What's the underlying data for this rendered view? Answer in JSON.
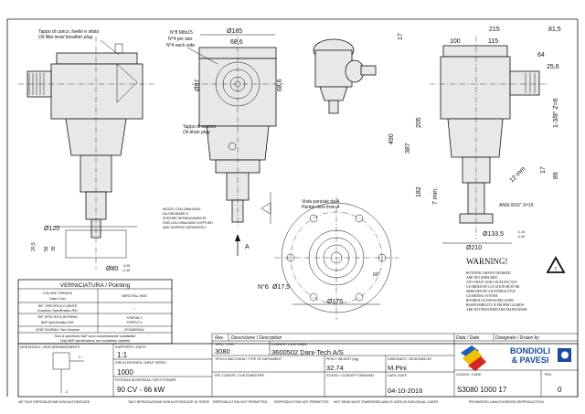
{
  "notes": {
    "fill_plug": "Tappo di carico, livello e sfiato",
    "fill_plug_en": "Oil filler level breather plug",
    "bolts": "N°8 M8x15",
    "per_side": "N°4 per lato",
    "each_side": "N°4 each side",
    "drain_plug": "Tappo di scarico",
    "drain_plug_en": "Oil drain plug",
    "hub_lines": [
      "MOZZO COD.296A14000",
      "DA ORDINARE E",
      "SPEDIRE SEPARATAMENTE",
      "HUB COD.296A14000 SUPPLIED",
      "AND SHIPPED SEPARATELY"
    ],
    "partial_view": "Vista parziale da A",
    "partial_view_en": "Partial view from A",
    "arrow_a": "A"
  },
  "dimensions": {
    "d185": "Ø185",
    "d68_6_top": "68,6",
    "d97": "Ø97",
    "d68_6_side": "68,6",
    "d120": "Ø120",
    "d80": "Ø80",
    "tol80": [
      "-0,05",
      "-0,15"
    ],
    "d20_5": "20,5",
    "d56": "56",
    "d35": "35",
    "n6": "N°6",
    "d17_5": "Ø17,5",
    "d175": "Ø175",
    "ang60": "60°",
    "d215": "215",
    "d81_5": "81,5",
    "d100": "100",
    "d115": "115",
    "d64": "64",
    "d25_6": "25,6",
    "d17": "17",
    "d490": "490",
    "d387": "387",
    "d205": "205",
    "d182": "182",
    "d7min": "7 min.",
    "d12mm": "12 mm",
    "d89": "89",
    "d17b": "17",
    "d133_5": "Ø133,5",
    "tol133": [
      "-0,15",
      "-0,40"
    ],
    "d210": "Ø210",
    "spline_in": "1-3/8\" Z=6",
    "spline_out": "ANSI 8/16\" Z=15",
    "bandA": "182"
  },
  "painting": {
    "title": "VERNICIATURA / Pointing",
    "rows": [
      {
        "label": "COLORE VERNICE",
        "label_en": "Paint Color",
        "value": "NERO RAL 9005"
      },
      {
        "label": "RIF. SPECIFICA CLIENTE",
        "label_en": "Customer Specification Ref.",
        "value": "/"
      },
      {
        "label": "RIF. SPECIFICA INTERNA",
        "label_en": "B&P Specification Ref.",
        "value": "STBP06-V\nSTBP12-V"
      },
      {
        "label": "VEDI SCHEMA / See Scheme",
        "label_en": "",
        "value": "NY3080000A"
      }
    ],
    "note1": "Solo le specifiche B&P sono completamente soddisfatte",
    "note2": "Only B&P specifications are completely satisfied"
  },
  "title_block": {
    "montaggio_label": "MONTAGGIO / SEAT ARRANGEMENTS",
    "ratio_label": "RAPPORTO / RATIO",
    "ratio": "1:1",
    "speed_label": "GIRI IN ENTRATA / INPUT SPEED",
    "speed": "1000",
    "power_label": "POTENZA IN ENTRATA / INPUT POWER",
    "power": "90 CV - 66 kW",
    "rev_label": "Rev.",
    "desc_label": "Descrizione / Description",
    "date_label": "Data / Date",
    "drawn_label": "Disegnato / Drawn by",
    "type_label": "TIPO / TYPE",
    "type": "3080",
    "customer_label": "CLIENTE / CUSTOMER",
    "customer": "3600502 Dani-Tech A/S",
    "implement_label": "TIPO DI MACCHINA / TYPE OF IMPLEMENT",
    "weight_label": "PESO / WEIGHT (Kg)",
    "weight": "32.74",
    "designed_label": "DISEGNATO / DESIGNED BY",
    "designer": "M.Pini",
    "custref_label": "RIF. CLIENTE / CUSTOMER REF.",
    "concept_label": "STUDIO / CONCEPT DRAWING",
    "datez_label": "DATA / DATE",
    "date": "04-10-2016",
    "brand1": "BONDIOLI",
    "brand2": "& PAVESI",
    "code_label": "CODICE / CODE",
    "code": "S3080 1000 17",
    "revno_label": "REV.",
    "revno": "0"
  },
  "warning": {
    "title": "WARNING!",
    "lines": [
      "ROTATING SHAFTS MARKED",
      "ARE NOT SHIELDED.",
      "ANY SHAFT AND COUPLING NOT",
      "GUARDED BY LOCATION MUST BE",
      "SHIELDED BY AN INTERACTIVE",
      "GUARDING SYSTEM.",
      "BONDIOLI & PAVESI DECLINES",
      "RESPONSIBILITY IF PROPER GUARDS",
      "ARE NOT PROVIDED AND MAINTAINED"
    ]
  },
  "footer": [
    "NE' TALE RIPRODUZIONE NON AUTORIZZATE",
    "TALE RIPRODUZIONE NON AUTORIZZATE DI TERZE",
    "REPRODUCTION NOT PERMITTED",
    "REPRODUCTION NOT PERMITTED",
    "NOT SEND MUST ENERGISED AND IS USED IN INDIVIDUAL CASES",
    "PROHIBITED UNAUTHORIZED REPRODUCTION"
  ],
  "colors": {
    "brand_blue": "#1a4aa0",
    "logo_yellow": "#f2c200",
    "logo_red": "#d6262a",
    "logo_blue": "#1f5fb8"
  }
}
